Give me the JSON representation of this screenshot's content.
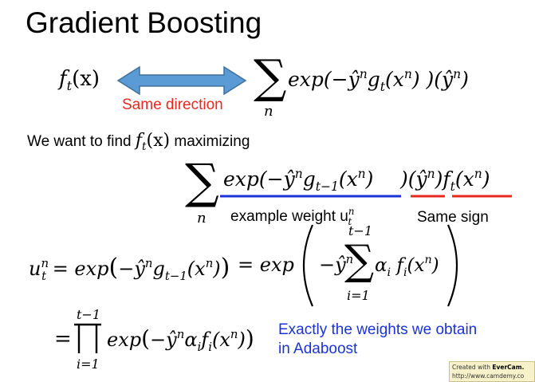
{
  "title": "Gradient Boosting",
  "row1": {
    "f": "f",
    "f_sub": "t",
    "f_arg": "(x)",
    "arrow_label": "Same direction",
    "sum_index": "n",
    "expr": "exp(−ŷ",
    "sup_n": "n",
    "g": "g",
    "g_sub": "t",
    "x_arg": "(x",
    "x_sup": "n",
    "close": ") )(ŷ",
    "close_sup": "n",
    "end": ")"
  },
  "sentence": {
    "text": "We want to find",
    "f": "f",
    "f_sub": "t",
    "f_arg": "(x)",
    "tail": "maximizing"
  },
  "row2": {
    "sum_index": "n",
    "term1": "exp(−ŷ",
    "term1_sup": "n",
    "g": "g",
    "g_sub": "t−1",
    "x_arg": "(x",
    "x_sup": "n",
    "term1_end": ")",
    "term2": ")",
    "yhat": "(ŷ",
    "yhat_sup": "n",
    "yhat_end": ")",
    "ft": "f",
    "ft_sub": "t",
    "ft_arg": "(x",
    "ft_sup": "n",
    "ft_end": ")",
    "label_weight": "example weight u",
    "label_weight_sub": "t",
    "label_weight_sup": "n",
    "label_sign": "Same sign",
    "underline_blue": "#1a32d6",
    "underline_red": "#e8281f"
  },
  "row3": {
    "u": "u",
    "u_sub": "t",
    "u_sup": "n",
    "eq": "= exp",
    "inner": "−ŷ",
    "inner_sup": "n",
    "g": "g",
    "g_sub": "t−1",
    "x_arg": "(x",
    "x_sup": "n",
    "inner_end": ")",
    "eq2": "= exp",
    "inner2": "−ŷ",
    "inner2_sup": "n",
    "sum_top": "t−1",
    "sum_bot": "i=1",
    "alpha": "α",
    "alpha_sub": "i",
    "f": "f",
    "f_sub": "i",
    "f_arg": "(x",
    "f_sup": "n",
    "f_end": ")"
  },
  "row4": {
    "eq": "=",
    "prod_top": "t−1",
    "prod_bot": "i=1",
    "expr": "exp",
    "inner": "−ŷ",
    "inner_sup": "n",
    "alpha": "α",
    "alpha_sub": "i",
    "f": "f",
    "f_sub": "i",
    "f_arg": "(x",
    "f_sup": "n",
    "f_end": ")",
    "note_line1": "Exactly the weights we obtain",
    "note_line2": "in Adaboost"
  },
  "watermark": {
    "line1a": "Created with",
    "line1b": "EverCam.",
    "line2": "http://www.camdemy.co"
  },
  "colors": {
    "arrow": "#5b9bd5",
    "arrow_stroke": "#41719c",
    "red": "#e8281f",
    "blue": "#1a32d6"
  }
}
